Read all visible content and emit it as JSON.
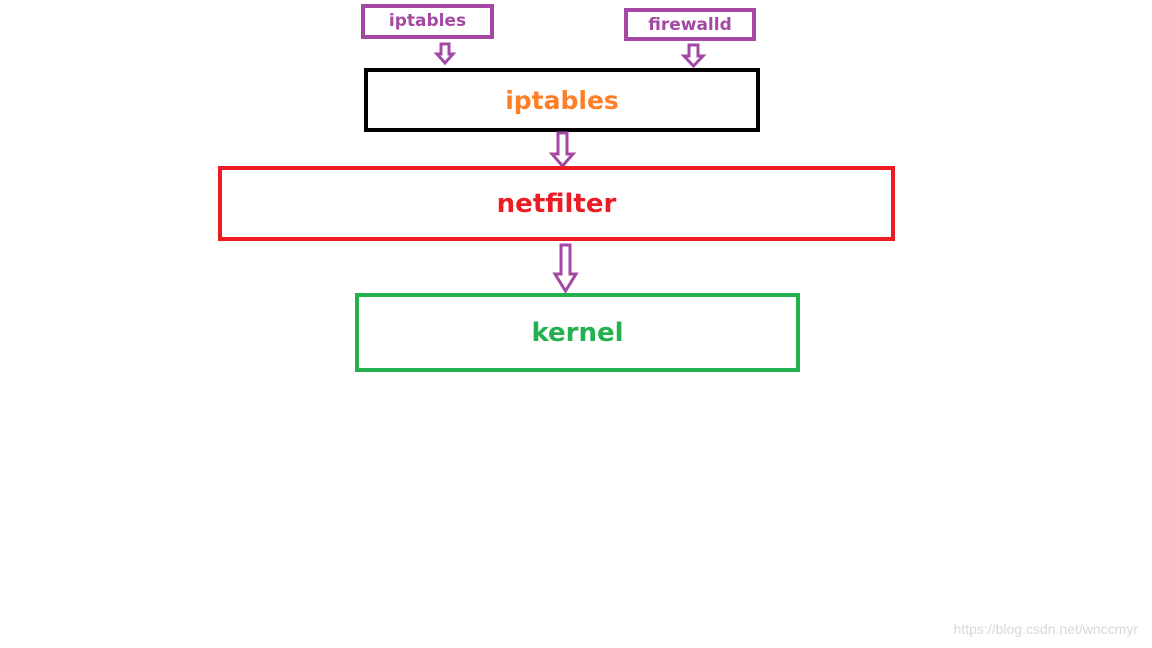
{
  "diagram": {
    "tools": {
      "iptables_label": "iptables",
      "firewalld_label": "firewalld"
    },
    "iptables_label": "iptables",
    "netfilter_label": "netfilter",
    "kernel_label": "kernel"
  },
  "watermark": "https://blog.csdn.net/wnccmyr",
  "colors": {
    "tool_purple": "#a349a4",
    "iptables_orange": "#ff7f27",
    "iptables_border": "#000000",
    "netfilter_red": "#ed1c24",
    "kernel_green": "#22b14c"
  }
}
